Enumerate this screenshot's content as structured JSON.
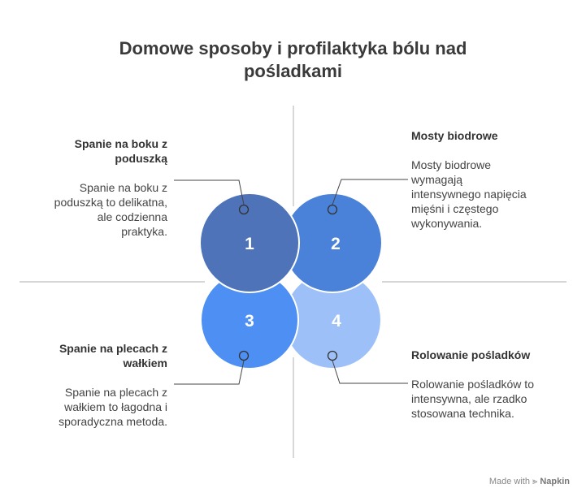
{
  "title_line1": "Domowe sposoby i profilaktyka bólu nad",
  "title_line2": "pośladkami",
  "items": [
    {
      "number": "1",
      "heading_line1": "Spanie na boku z",
      "heading_line2": "poduszką",
      "desc_lines": [
        "Spanie na boku z",
        "poduszką to delikatna,",
        "ale codzienna praktyka."
      ],
      "color": "#4E73B9"
    },
    {
      "number": "2",
      "heading_line1": "Mosty biodrowe",
      "heading_line2": "",
      "desc_lines": [
        "Mosty biodrowe",
        "wymagają",
        "intensywnego napięcia",
        "mięśni i częstego",
        "wykonywania."
      ],
      "color": "#4A82DA"
    },
    {
      "number": "3",
      "heading_line1": "Spanie na plecach z",
      "heading_line2": "wałkiem",
      "desc_lines": [
        "Spanie na plecach z",
        "wałkiem to łagodna i",
        "sporadyczna metoda."
      ],
      "color": "#4D8FF2"
    },
    {
      "number": "4",
      "heading_line1": "Rolowanie pośladków",
      "heading_line2": "",
      "desc_lines": [
        "Rolowanie pośladków to",
        "intensywna, ale rzadko",
        "stosowana technika."
      ],
      "color": "#9EC0F8"
    }
  ],
  "footer": {
    "made_with": "Made with",
    "brand": "Napkin"
  }
}
